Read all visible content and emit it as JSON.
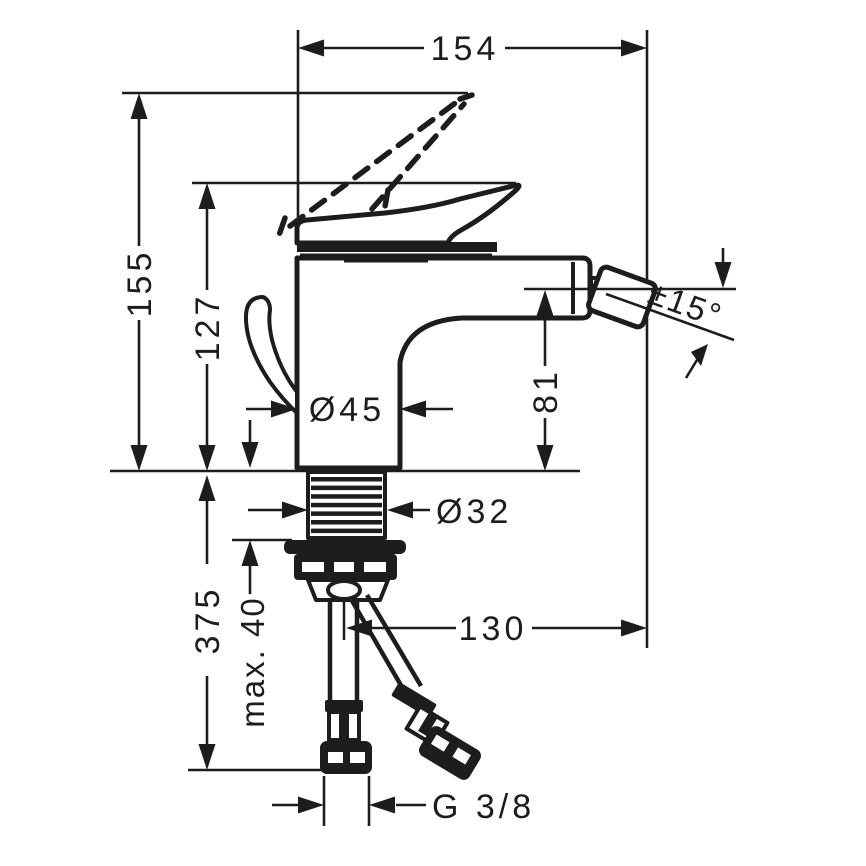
{
  "drawing": {
    "subject": "single-lever bidet mixer – dimensioned side view",
    "line_color": "#1d1d1d",
    "background_color": "#ffffff",
    "dims": {
      "spout_reach": "154",
      "height_handle_raised": "155",
      "height_handle": "127",
      "body_diameter": "Ø45",
      "outlet_height": "81",
      "spray_angle": "±15°",
      "shank_diameter": "Ø32",
      "hose_length": "375",
      "max_deck_thickness": "max. 40",
      "hose_reach": "130",
      "connection_thread": "G 3/8"
    }
  }
}
